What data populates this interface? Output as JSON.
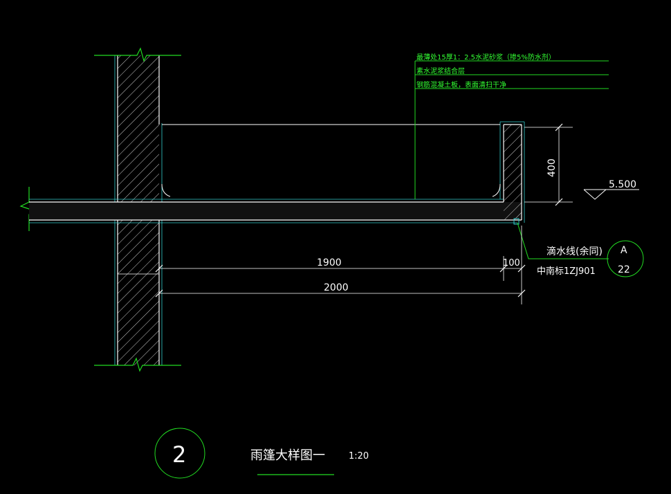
{
  "colors": {
    "background": "#000000",
    "line_white": "#ffffff",
    "line_green": "#22dd22",
    "line_cyan": "#33cccc",
    "hatch": "#dddddd"
  },
  "notes": {
    "layer1": "最薄处15厚1：2.5水泥砂浆（掺5%防水剂）",
    "layer2": "素水泥浆结合层",
    "layer3": "钢筋混凝土板，表面清扫干净"
  },
  "dimensions": {
    "height_400": "400",
    "span_1900": "1900",
    "span_100": "100",
    "span_2000": "2000"
  },
  "elevation": {
    "value": "5.500"
  },
  "drip": {
    "label": "滴水线(余同)",
    "reference": "中南标1ZJ901",
    "index_top": "A",
    "index_bottom": "22"
  },
  "title": {
    "number": "2",
    "name": "雨篷大样图一",
    "scale": "1:20"
  }
}
